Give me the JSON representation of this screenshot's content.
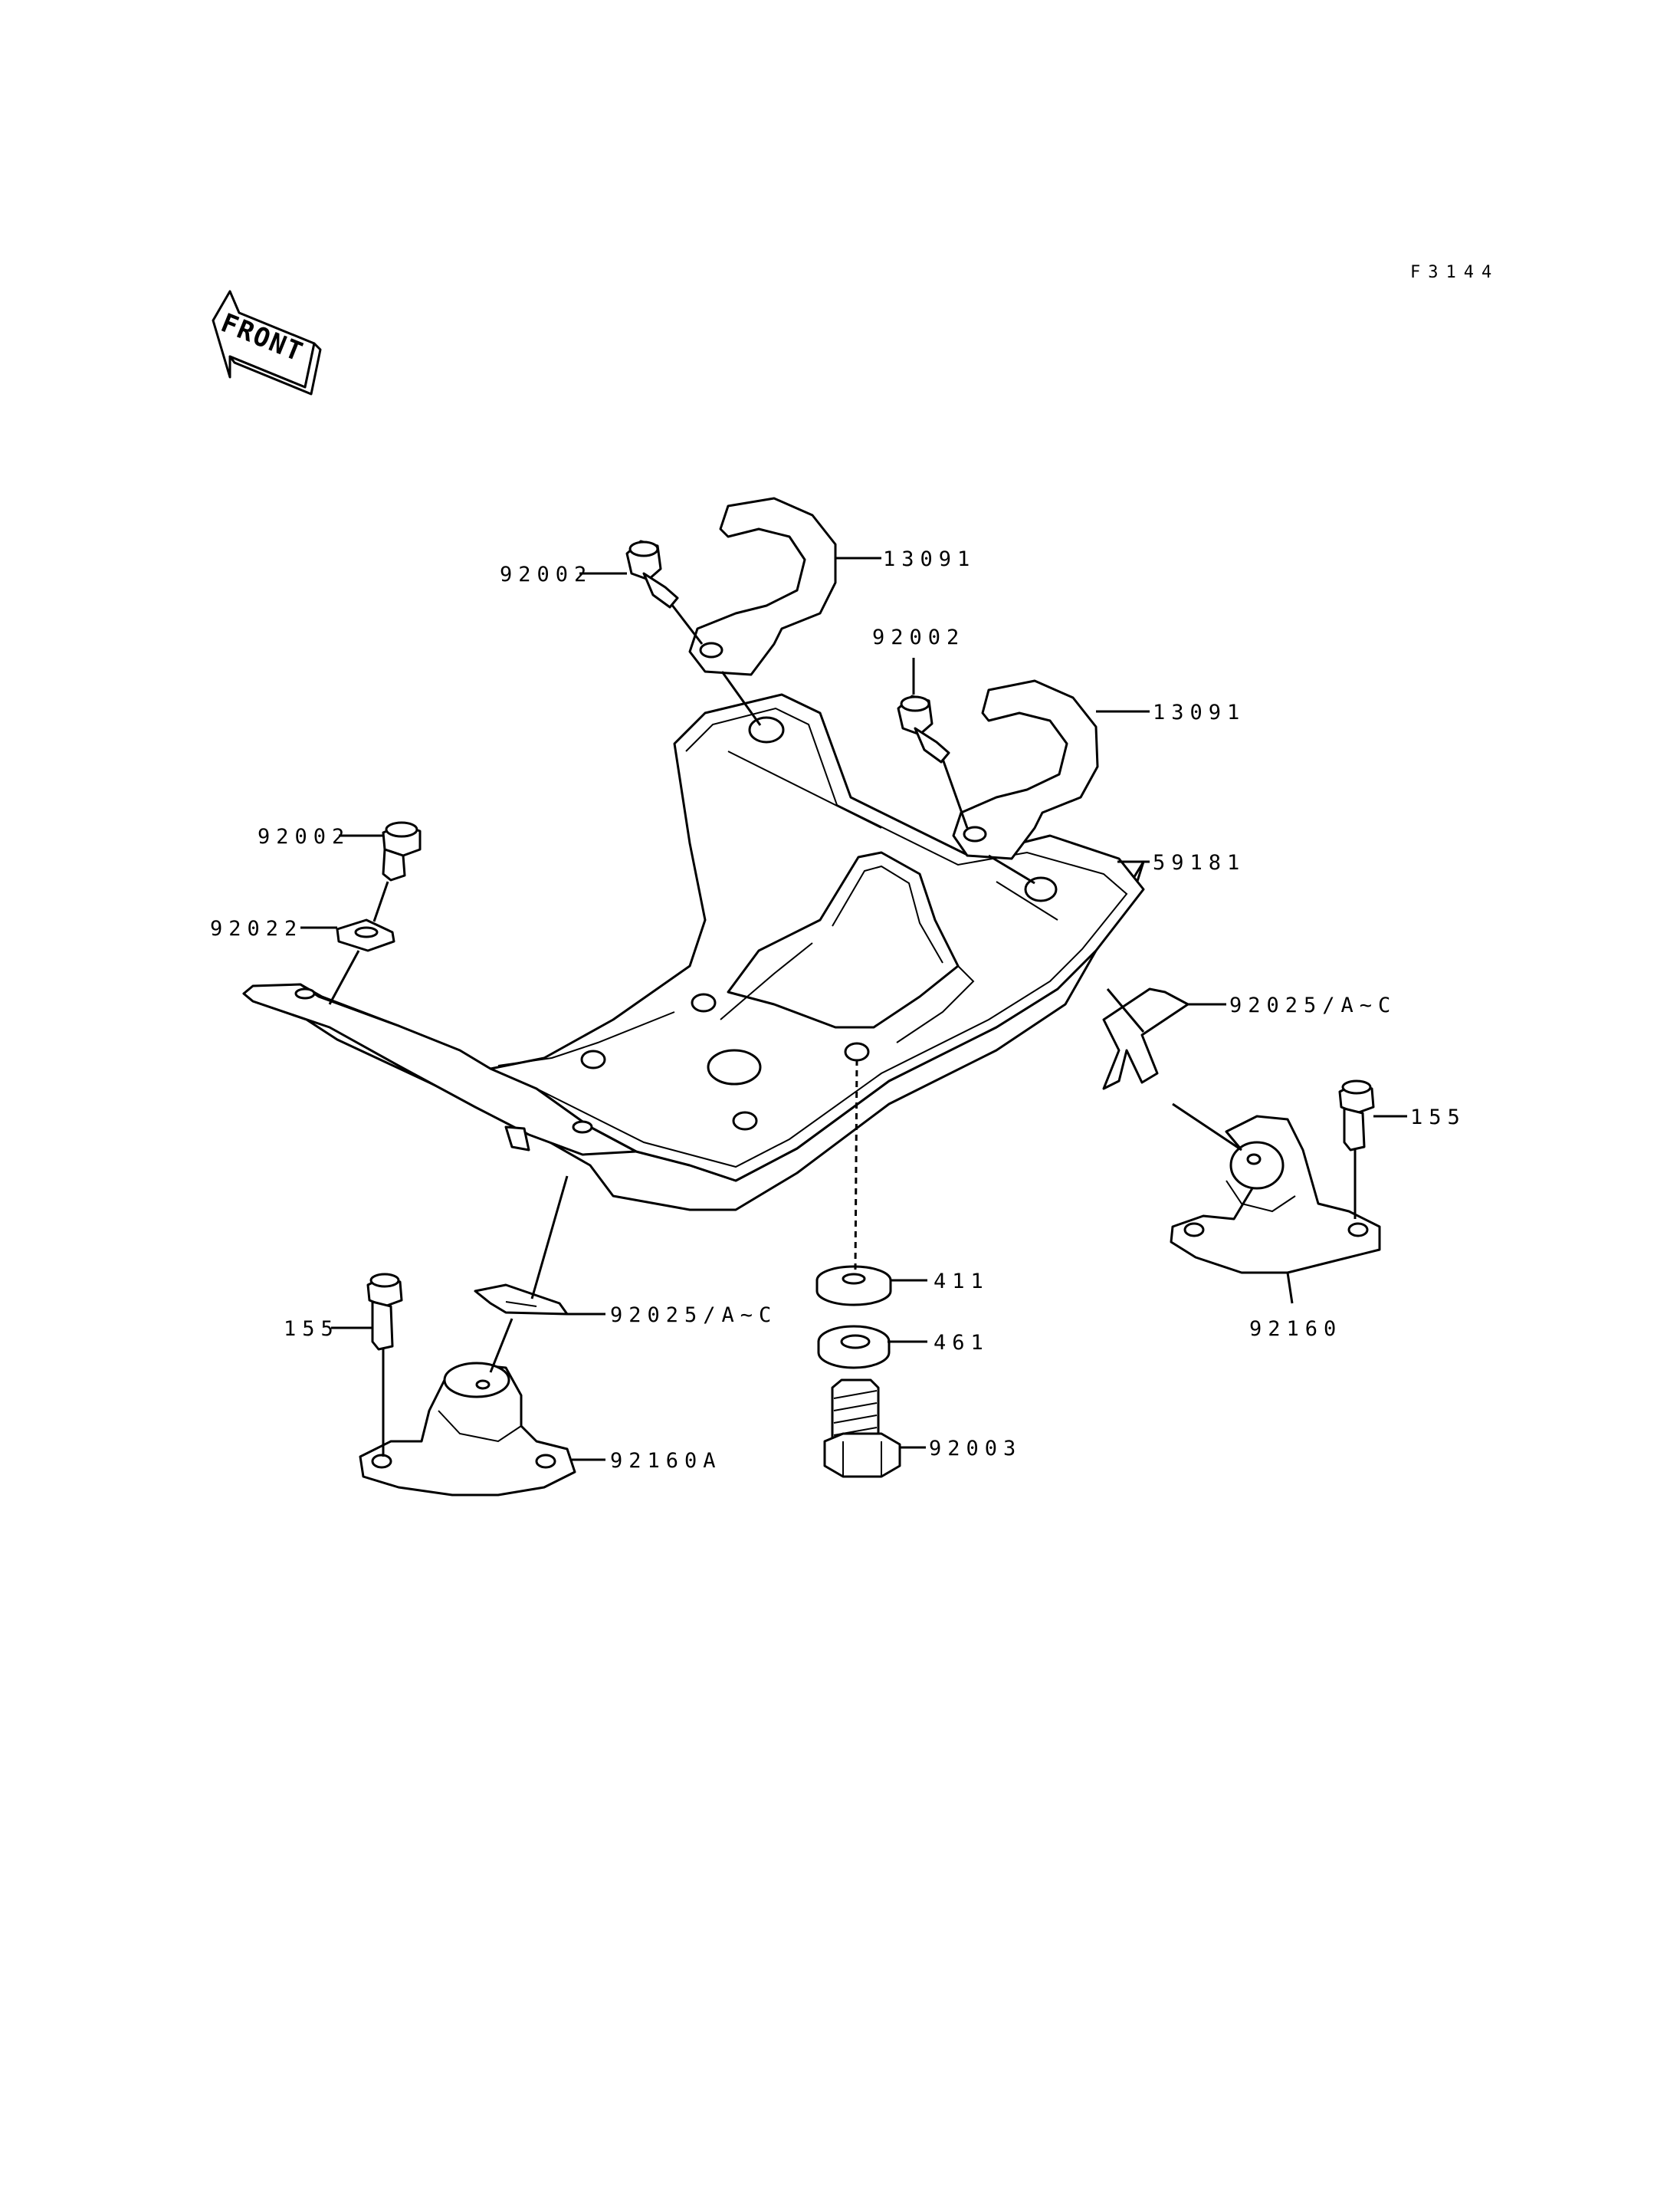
{
  "diagram_code": "F3144",
  "front_label": "FRONT",
  "callouts": {
    "clamp_left": "13091",
    "clamp_right": "13091",
    "bolt_clamp_left": "92002",
    "bolt_clamp_right": "92002",
    "bolt_left": "92002",
    "washer_left": "92022",
    "bracket": "59181",
    "shim_right": "92025/A~C",
    "shim_left": "92025/A~C",
    "bolt_mount_right": "155",
    "bolt_mount_left": "155",
    "washer_411": "411",
    "lockwasher_461": "461",
    "bolt_92003": "92003",
    "mount_right": "92160",
    "mount_left": "92160A"
  }
}
